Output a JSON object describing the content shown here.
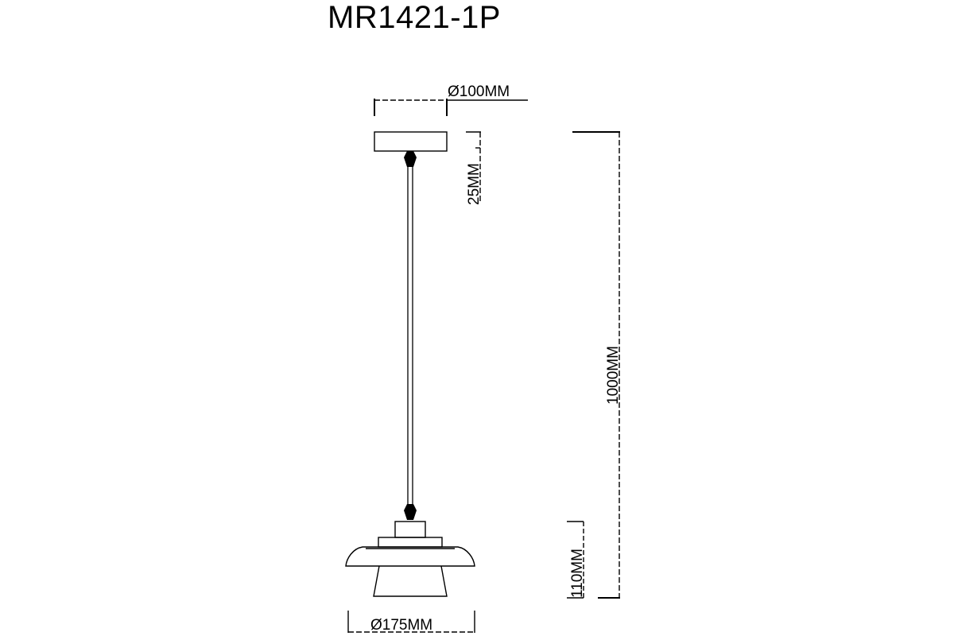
{
  "title": "MR1421-1P",
  "dimensions": {
    "canopy_diameter": "Ø100MM",
    "canopy_height": "25MM",
    "total_height": "1000MM",
    "shade_height": "110MM",
    "shade_diameter": "Ø175MM"
  }
}
